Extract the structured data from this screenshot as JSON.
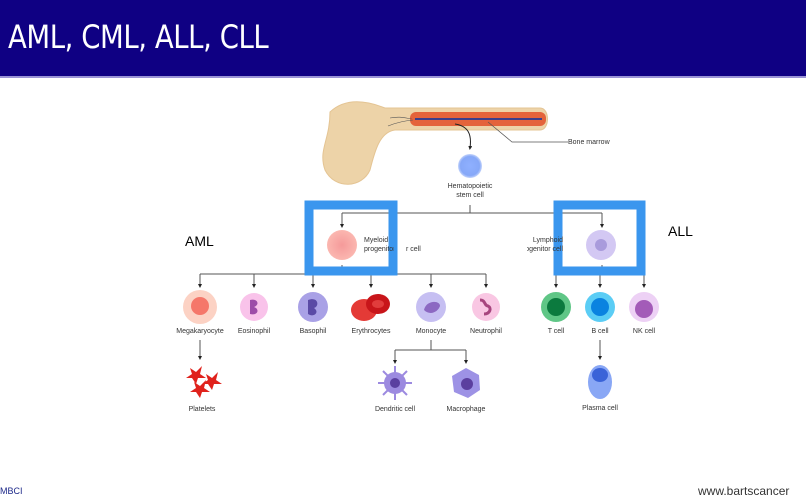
{
  "slide": {
    "title": "AML, CML, ALL, CLL",
    "footer_left": "MBCI",
    "footer_right": "www.bartscancer"
  },
  "annotations": {
    "aml": "AML",
    "all": "ALL",
    "highlight_color": "#3a96ee"
  },
  "diagram": {
    "bone_label": "Bone marrow",
    "stem_cell": [
      "Hematopoietic",
      "stem cell"
    ],
    "myeloid": [
      "Myeloid",
      "progenitor cell"
    ],
    "lymphoid": [
      "Lymphoid",
      "progenitor cell"
    ],
    "myeloid_cells": [
      {
        "name": "Megakaryocyte",
        "icon": "megakaryocyte-icon"
      },
      {
        "name": "Eosinophil",
        "icon": "eosinophil-icon"
      },
      {
        "name": "Basophil",
        "icon": "basophil-icon"
      },
      {
        "name": "Erythrocytes",
        "icon": "erythrocytes-icon"
      },
      {
        "name": "Monocyte",
        "icon": "monocyte-icon"
      },
      {
        "name": "Neutrophil",
        "icon": "neutrophil-icon"
      }
    ],
    "lymphoid_cells": [
      {
        "name": "T cell",
        "icon": "t-cell-icon"
      },
      {
        "name": "B cell",
        "icon": "b-cell-icon"
      },
      {
        "name": "NK cell",
        "icon": "nk-cell-icon"
      }
    ],
    "derived": {
      "platelets": "Platelets",
      "dendritic": "Dendritic cell",
      "macrophage": "Macrophage",
      "plasma": "Plasma cell"
    }
  }
}
